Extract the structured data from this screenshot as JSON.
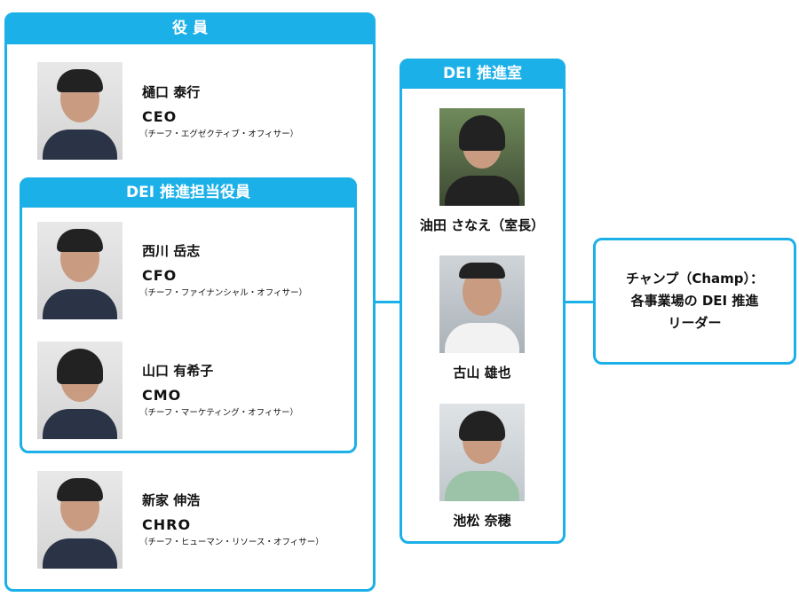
{
  "executives": {
    "title": "役 員",
    "members": [
      {
        "name": "樋口 泰行",
        "role": "CEO",
        "desc": "（チーフ・エグゼクティブ・オフィサー）"
      },
      {
        "name": "新家 伸浩",
        "role": "CHRO",
        "desc": "（チーフ・ヒューマン・リソース・オフィサー）"
      }
    ]
  },
  "dei_officers": {
    "title": "DEI 推進担当役員",
    "members": [
      {
        "name": "西川 岳志",
        "role": "CFO",
        "desc": "（チーフ・ファイナンシャル・オフィサー）"
      },
      {
        "name": "山口 有希子",
        "role": "CMO",
        "desc": "（チーフ・マーケティング・オフィサー）"
      }
    ]
  },
  "dei_office": {
    "title": "DEI 推進室",
    "members": [
      {
        "name": "油田 さなえ（室長）"
      },
      {
        "name": "古山 雄也"
      },
      {
        "name": "池松 奈穂"
      }
    ]
  },
  "champ": {
    "line1": "チャンプ（Champ）：",
    "line2": "各事業場の DEI 推進",
    "line3": "リーダー"
  },
  "colors": {
    "accent": "#1cb0e8"
  }
}
